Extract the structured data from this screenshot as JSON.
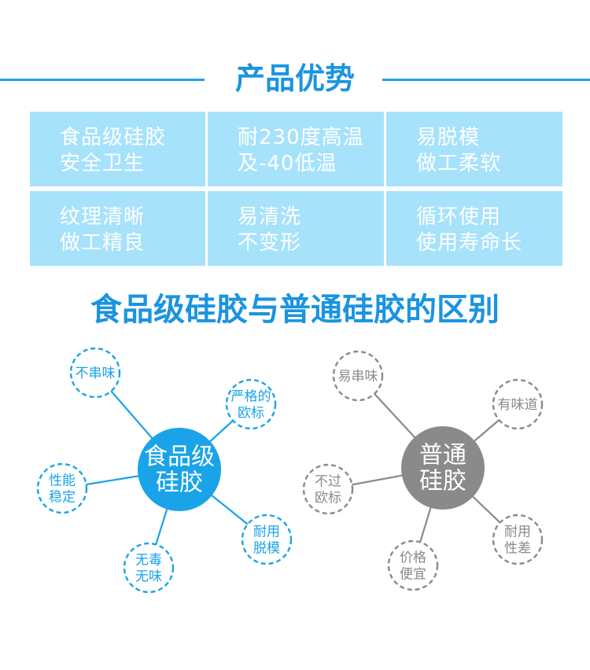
{
  "header": {
    "title": "产品优势"
  },
  "features": [
    {
      "line1": "食品级硅胶",
      "line2": "安全卫生"
    },
    {
      "line1": "耐230度高温",
      "line2": "及-40低温"
    },
    {
      "line1": "易脱模",
      "line2": "做工柔软"
    },
    {
      "line1": "纹理清晰",
      "line2": "做工精良"
    },
    {
      "line1": "易清洗",
      "line2": "不变形"
    },
    {
      "line1": "循环使用",
      "line2": "使用寿命长"
    }
  ],
  "comparison": {
    "title": "食品级硅胶与普通硅胶的区别",
    "left": {
      "center": [
        "食品级",
        "硅胶"
      ],
      "color": "#1aa3e8",
      "nodes": [
        [
          "不串味"
        ],
        [
          "严格的",
          "欧标"
        ],
        [
          "性能",
          "稳定"
        ],
        [
          "无毒",
          "无味"
        ],
        [
          "耐用",
          "脱模"
        ]
      ]
    },
    "right": {
      "center": [
        "普通",
        "硅胶"
      ],
      "color": "#8a8a8a",
      "nodes": [
        [
          "易串味"
        ],
        [
          "有味道"
        ],
        [
          "不过",
          "欧标"
        ],
        [
          "价格",
          "便宜"
        ],
        [
          "耐用",
          "性差"
        ]
      ]
    }
  }
}
